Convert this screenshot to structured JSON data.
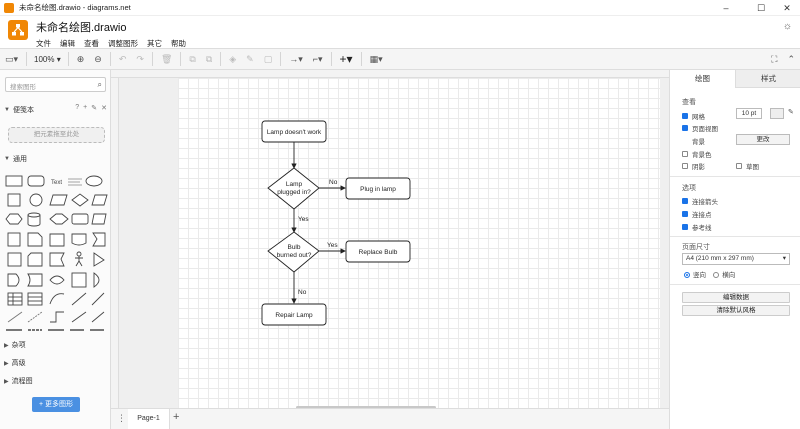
{
  "window": {
    "title": "未命名绘图.drawio - diagrams.net"
  },
  "header": {
    "doc_title": "未命名绘图.drawio",
    "menu": [
      "文件",
      "编辑",
      "查看",
      "调整图形",
      "其它",
      "帮助"
    ]
  },
  "toolbar": {
    "zoom": "100%"
  },
  "sidebar": {
    "search_placeholder": "搜索图形",
    "scratchpad": "便笺本",
    "drop_hint": "把元素拖至此处",
    "general": "通用",
    "misc": "杂项",
    "advanced": "高级",
    "flowchart": "流程图",
    "more_shapes": "+ 更多图形"
  },
  "diagram": {
    "nodes": {
      "start": "Lamp doesn't work",
      "d1_line1": "Lamp",
      "d1_line2": "plugged in?",
      "plug": "Plug in lamp",
      "d2_line1": "Bulb",
      "d2_line2": "burned out?",
      "replace": "Replace Bulb",
      "repair": "Repair Lamp"
    },
    "edges": {
      "no1": "No",
      "yes1": "Yes",
      "yes2": "Yes",
      "no2": "No"
    }
  },
  "pages": {
    "tab": "Page-1",
    "add": "+"
  },
  "panel": {
    "tab_diagram": "绘图",
    "tab_style": "样式",
    "view_title": "查看",
    "grid": "网格",
    "grid_size": "10 pt",
    "page_view": "页面视图",
    "background": "背景",
    "change": "更改",
    "bg_color": "背景色",
    "shadow": "阴影",
    "sketch": "草图",
    "options_title": "选项",
    "connection_arrows": "连接箭头",
    "connection_points": "连接点",
    "guides": "参考线",
    "paper_title": "页面尺寸",
    "paper_size": "A4 (210 mm x 297 mm)",
    "portrait": "竖向",
    "landscape": "横向",
    "edit_data": "编辑数据",
    "clear_style": "清除默认风格"
  },
  "colors": {
    "brand": "#f08705",
    "accent": "#4a90e2",
    "checkbox": "#1a73e8"
  }
}
